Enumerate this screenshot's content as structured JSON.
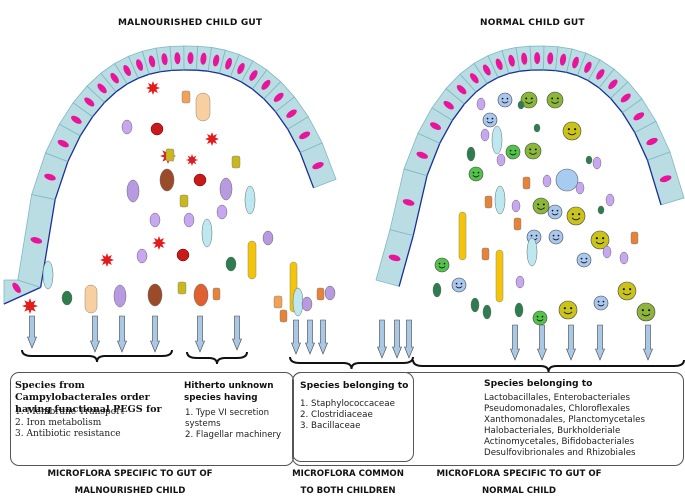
{
  "titles": {
    "left": "MALNOURISHED CHILD GUT",
    "right": "NORMAL CHILD GUT"
  },
  "boxes": {
    "campylo": {
      "title": "Species from Campylobacterales order having functional PEGS for",
      "items": [
        "1. Membrane Transport",
        "2. Iron metabolism",
        "3. Antibiotic resistance"
      ]
    },
    "unknown": {
      "title": "Hitherto unknown species having",
      "items": [
        "1. Type VI secretion systems",
        "2. Flagellar machinery"
      ]
    },
    "common": {
      "title": "Species belonging to",
      "items": [
        "1. Staphylococcaceae",
        "2. Clostridiaceae",
        "3. Bacillaceae"
      ]
    },
    "normal": {
      "title": "Species belonging to",
      "lines": [
        "Lactobacillales, Enterobacteriales",
        "Pseudomonadales, Chloroflexales",
        "Xanthomonadales, Planctomycetales",
        "Halobacteriales, Burkholderiale",
        "Actinomycetales, Bifidobacteriales",
        "Desulfovibrionales and Rhizobiales"
      ]
    }
  },
  "footers": {
    "malnourished": [
      "MICROFLORA SPECIFIC TO GUT OF",
      "MALNOURISHED CHILD"
    ],
    "common": [
      "MICROFLORA COMMON",
      "TO BOTH CHILDREN"
    ],
    "normal": [
      "MICROFLORA SPECIFIC TO GUT OF",
      "NORMAL CHILD"
    ]
  },
  "colors": {
    "epithelium": "#b9dde3",
    "nucleus": "#e8149a",
    "cell_border": "#1a2f9a",
    "box_malnourished": "#ecdfd4",
    "box_common": "#a9d59b",
    "box_normal": "#dcf3dc",
    "arrow": "#a9c8e6",
    "star": "#e21b1b",
    "smiley": "#52c24a",
    "sad_yellow": "#c9c31c"
  }
}
